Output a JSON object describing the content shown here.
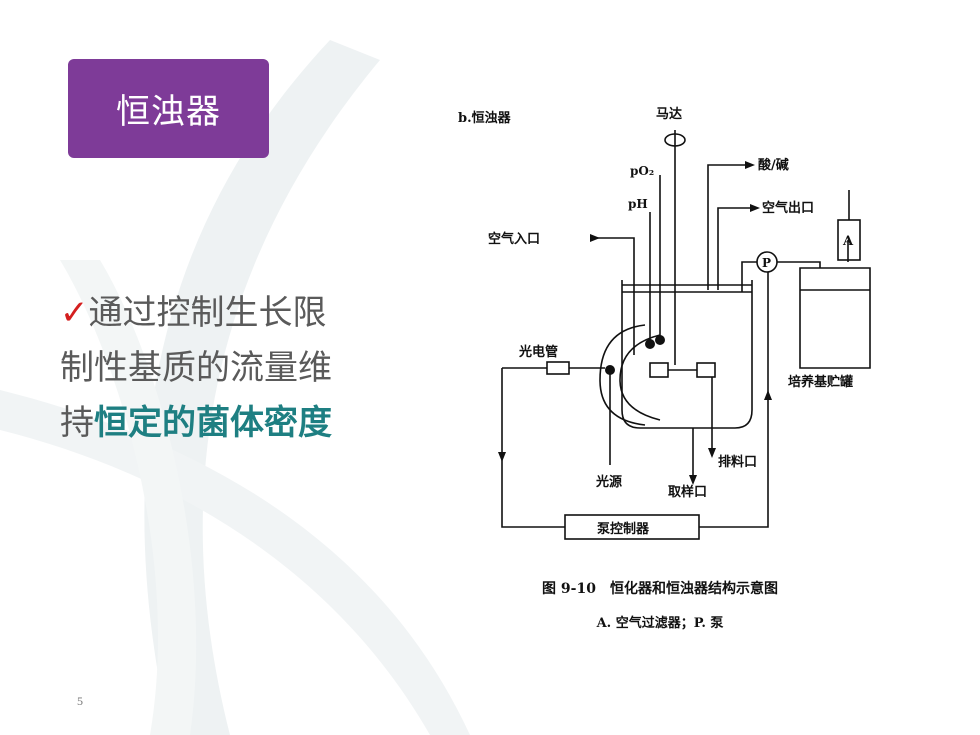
{
  "slide": {
    "title": "恒浊器",
    "page_number": "5"
  },
  "body": {
    "check_mark": "✓",
    "line_1": "通过控制生长限",
    "line_2": "制性基质的流量维",
    "line_3_prefix": "持",
    "line_3_highlight": "恒定的菌体密度"
  },
  "figure": {
    "panel_label": "b.恒浊器",
    "motor": "马达",
    "po2": "pO₂",
    "ph": "pH",
    "acid_base": "酸/碱",
    "air_outlet": "空气出口",
    "air_inlet": "空气入口",
    "filter_letter": "A",
    "pump_letter": "P",
    "photocell": "光电管",
    "medium_tank": "培养基贮罐",
    "discharge": "排料口",
    "light_source": "光源",
    "sampling": "取样口",
    "pump_controller": "泵控制器",
    "caption": "图 9-10　恒化器和恒浊器结构示意图",
    "subcaption": "A. 空气过滤器；P. 泵"
  },
  "colors": {
    "title_bg": "#7e3b98",
    "highlight": "#1e7f82",
    "check": "#d41f1f",
    "body_text": "#5a5a5a"
  }
}
